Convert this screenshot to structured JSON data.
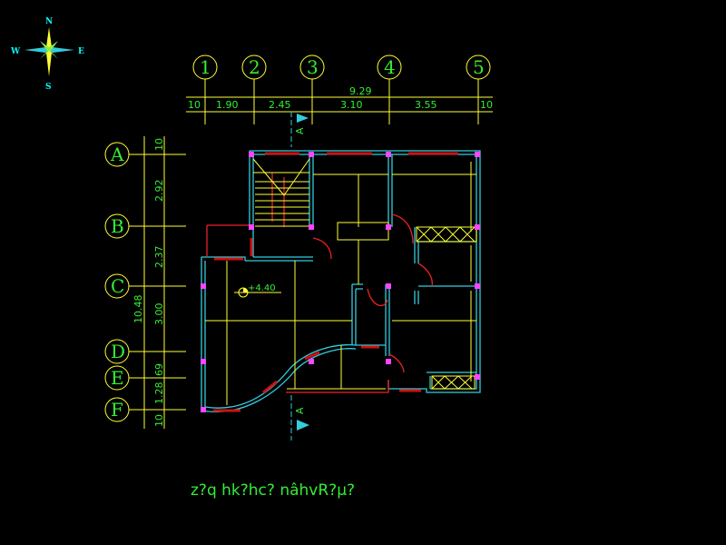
{
  "compass": {
    "north": "N",
    "south": "S",
    "east": "E",
    "west": "W"
  },
  "grid_columns": [
    "1",
    "2",
    "3",
    "4",
    "5"
  ],
  "grid_rows": [
    "A",
    "B",
    "C",
    "D",
    "E",
    "F"
  ],
  "top_dimensions": {
    "total": "9.29",
    "segments": [
      "10",
      "1.90",
      "2.45",
      "3.10",
      "3.55",
      "10"
    ]
  },
  "side_dimensions": {
    "total": "10.48",
    "segments": [
      "10",
      "2.92",
      "2.37",
      "3.00",
      "69",
      "1.28",
      "10"
    ]
  },
  "level_mark": "+4.40",
  "section_marker": "A",
  "caption": "z?q hk?hc? nâhvR?µ?",
  "colors": {
    "background": "#000000",
    "text": "#33ee33",
    "grid": "#ffff33",
    "walls": "#33ccdd",
    "windows": "#cc1111",
    "columns": "#ff44ff"
  }
}
